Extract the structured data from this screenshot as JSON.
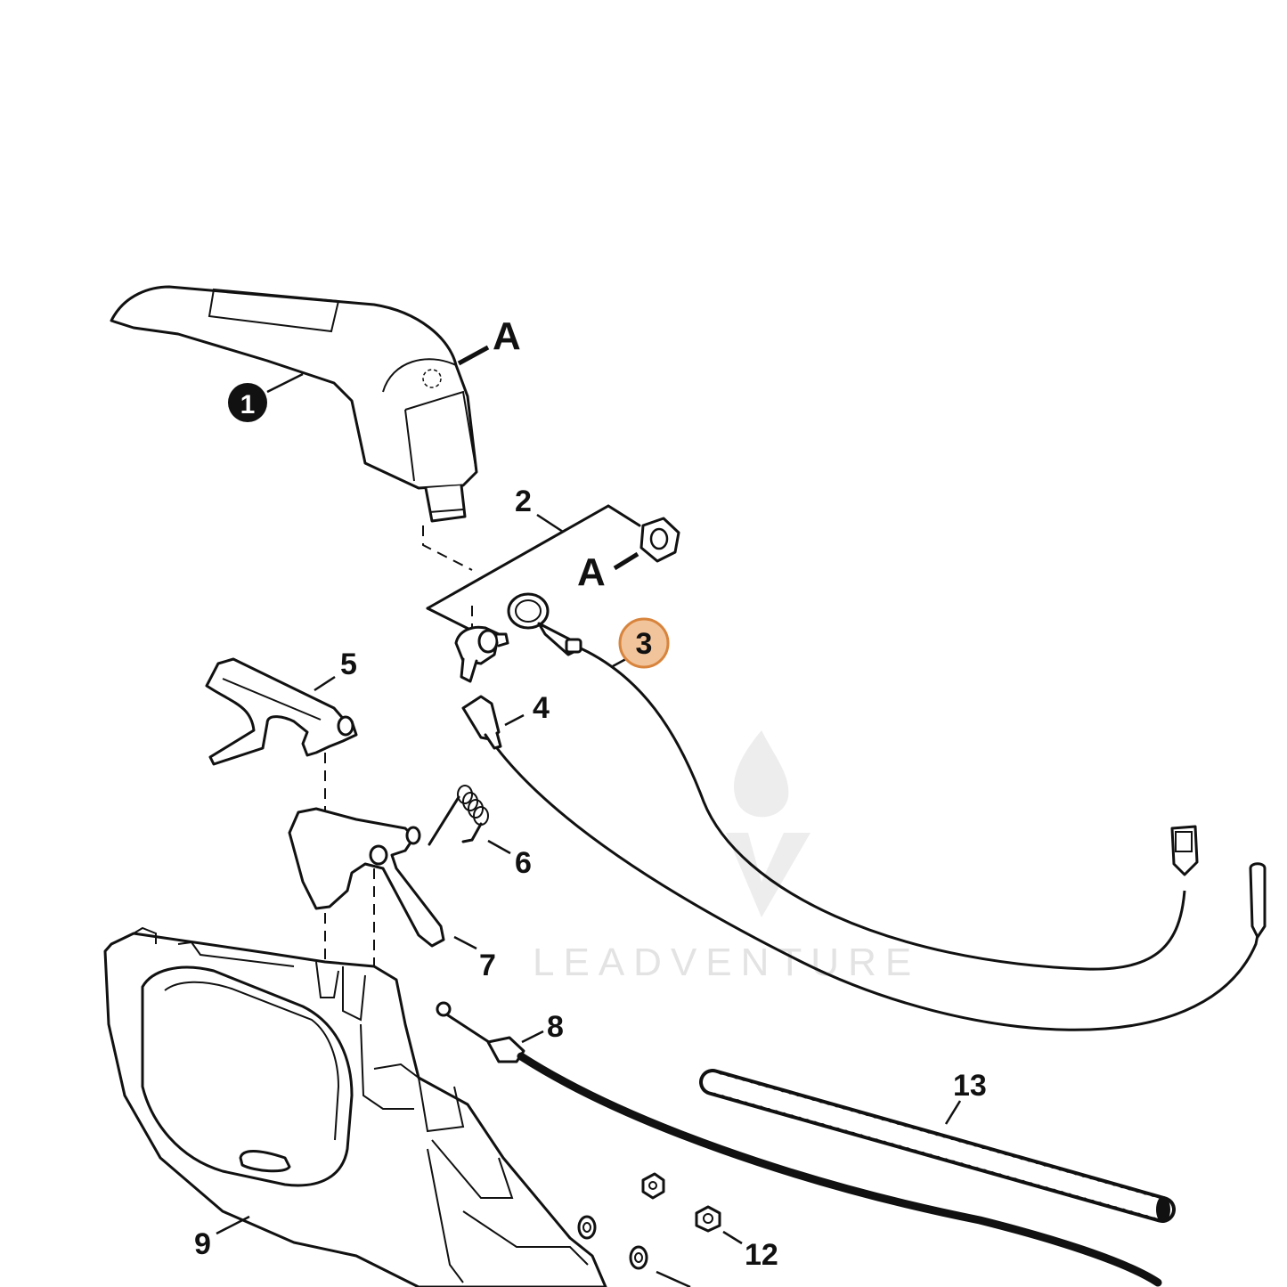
{
  "callouts": {
    "c1": "1",
    "c2": "2",
    "c3": "3",
    "c4": "4",
    "c5": "5",
    "c6": "6",
    "c7": "7",
    "c8": "8",
    "c9": "9",
    "c12": "12",
    "c13": "13",
    "a_top": "A",
    "a_mid": "A"
  },
  "highlight_color": "#f2c49b",
  "highlight_border": "#d8843c",
  "watermark": "LEADVENTURE"
}
